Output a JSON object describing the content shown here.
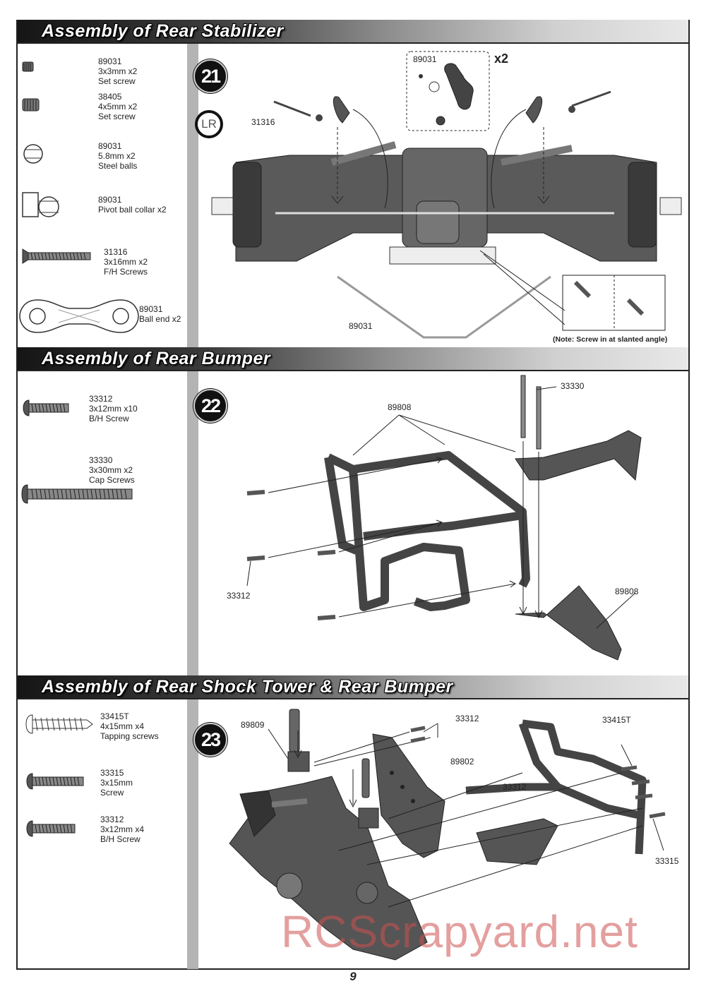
{
  "sections": [
    {
      "title": "Assembly of Rear Stabilizer",
      "step": "21",
      "lr_mark": "LR",
      "parts": [
        "89031\n3x3mm x2\nSet screw",
        "38405\n4x5mm x2\nSet screw",
        "89031\n5.8mm x2\nSteel balls",
        "89031\nPivot ball collar x2",
        "31316\n3x16mm x2\nF/H Screws",
        "89031\nBall end x2"
      ],
      "callouts": [
        "89031",
        "31316",
        "89031"
      ],
      "multiplier": "x2",
      "note": "(Note: Screw in at slanted angle)"
    },
    {
      "title": "Assembly of Rear Bumper",
      "step": "22",
      "parts": [
        "33312\n3x12mm x10\nB/H Screw",
        "33330\n3x30mm x2\nCap Screws"
      ],
      "callouts": [
        "33330",
        "89808",
        "33312",
        "89808"
      ]
    },
    {
      "title": "Assembly of Rear Shock Tower & Rear Bumper",
      "step": "23",
      "parts": [
        "33415T\n4x15mm x4\nTapping screws",
        "33315\n3x15mm\nScrew",
        "33312\n3x12mm x4\nB/H Screw"
      ],
      "callouts": [
        "89809",
        "33312",
        "33415T",
        "89802",
        "33312",
        "33315"
      ]
    }
  ],
  "page_number": "9",
  "watermark": "RCScrapyard.net"
}
